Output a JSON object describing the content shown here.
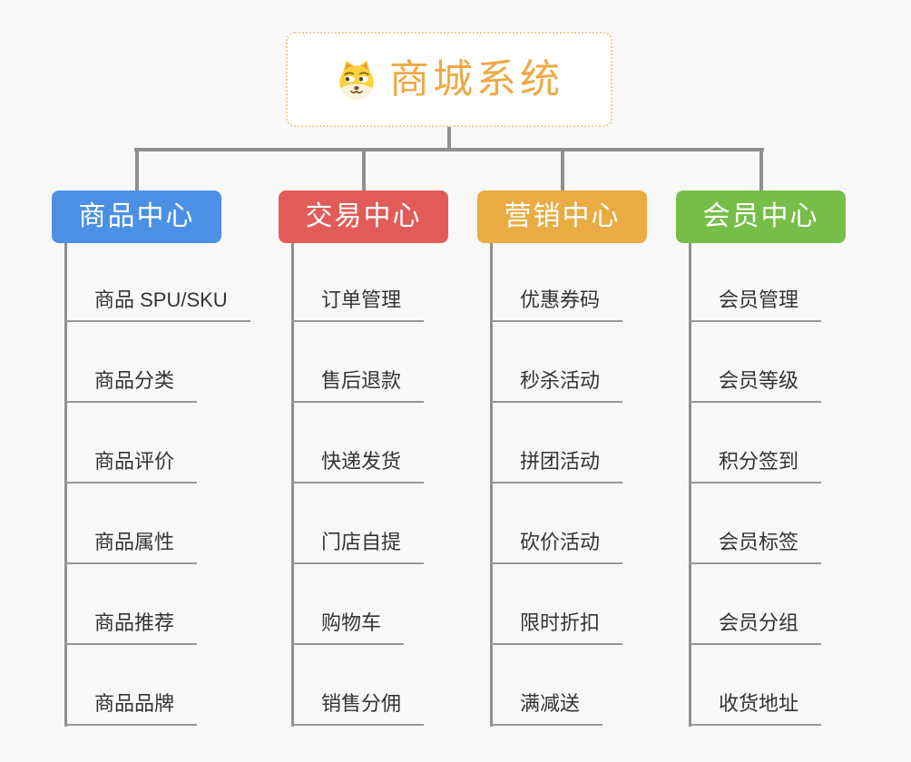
{
  "root": {
    "title": "商城系统",
    "icon": "doge-icon",
    "text_color": "#EFA945",
    "border_color": "#F3CD92"
  },
  "colors": {
    "background": "#F8F8F8",
    "connector_line": "#8F8F8F",
    "item_underline": "#979797",
    "item_text": "#333333"
  },
  "branches": [
    {
      "label": "商品中心",
      "color": "#4B90E5",
      "items": [
        "商品 SPU/SKU",
        "商品分类",
        "商品评价",
        "商品属性",
        "商品推荐",
        "商品品牌"
      ]
    },
    {
      "label": "交易中心",
      "color": "#E15C58",
      "items": [
        "订单管理",
        "售后退款",
        "快递发货",
        "门店自提",
        "购物车",
        "销售分佣"
      ]
    },
    {
      "label": "营销中心",
      "color": "#EAAB43",
      "items": [
        "优惠券码",
        "秒杀活动",
        "拼团活动",
        "砍价活动",
        "限时折扣",
        "满减送"
      ]
    },
    {
      "label": "会员中心",
      "color": "#76BE47",
      "items": [
        "会员管理",
        "会员等级",
        "积分签到",
        "会员标签",
        "会员分组",
        "收货地址"
      ]
    }
  ]
}
